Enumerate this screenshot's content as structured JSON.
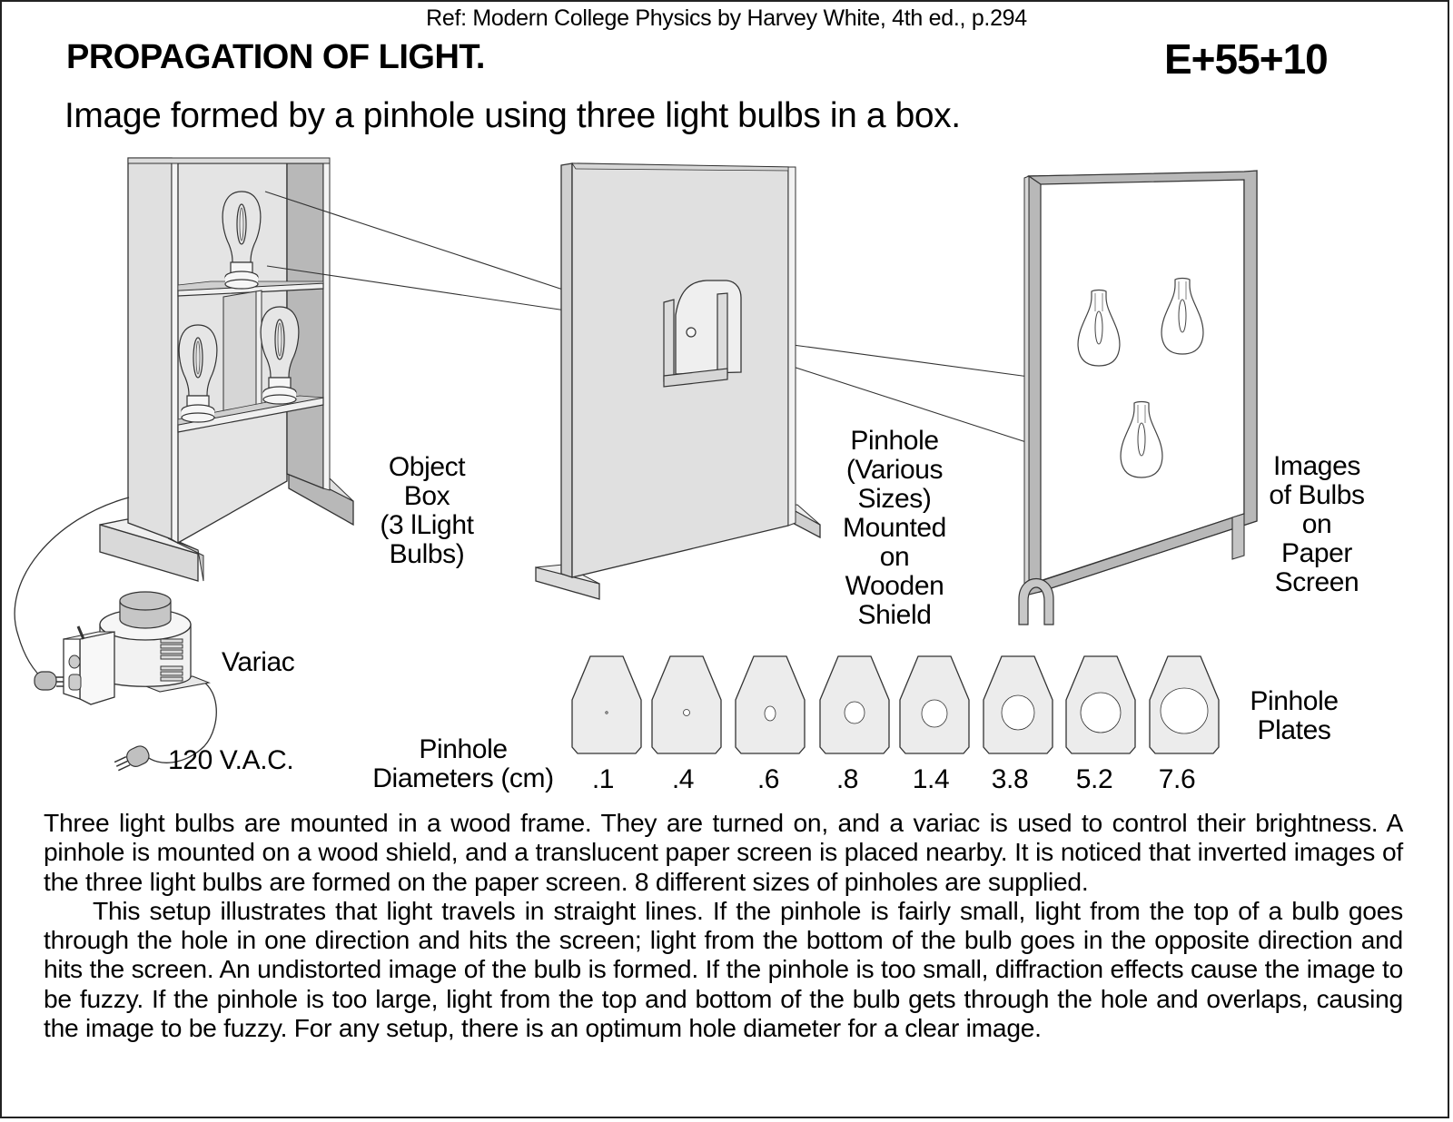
{
  "header": {
    "reference": "Ref: Modern College Physics by Harvey White, 4th ed., p.294",
    "title": "PROPAGATION OF LIGHT.",
    "code": "E+55+10",
    "subtitle": "Image formed by a pinhole using three light bulbs in a box."
  },
  "labels": {
    "object_box": [
      "Object",
      "Box",
      "(3 lLight",
      "Bulbs)"
    ],
    "pinhole_shield": [
      "Pinhole",
      "(Various",
      "Sizes)",
      "Mounted",
      "on",
      "Wooden",
      "Shield"
    ],
    "images_screen": [
      "Images",
      "of Bulbs",
      "on",
      "Paper",
      "Screen"
    ],
    "variac": "Variac",
    "voltage": "120 V.A.C.",
    "pinhole_diameters": [
      "Pinhole",
      "Diameters (cm)"
    ],
    "pinhole_plates": [
      "Pinhole",
      "Plates"
    ]
  },
  "pinhole_plates": {
    "diameters_cm": [
      ".1",
      ".4",
      ".6",
      ".8",
      "1.4",
      "3.8",
      "5.2",
      "7.6"
    ]
  },
  "colors": {
    "outline": "#222222",
    "panel_light": "#e0e0e0",
    "panel_mid": "#c8c8c8",
    "panel_dark": "#b0b0b0",
    "plate_fill": "#ececec"
  },
  "description": {
    "paragraph1": "Three light bulbs are mounted in a wood frame. They are turned on, and a variac is used to control their brightness. A pinhole is mounted on a wood shield, and a translucent paper screen is placed nearby. It is noticed that inverted images of the three light bulbs are formed on the paper screen. 8 different sizes of pinholes are supplied.",
    "paragraph2": "This setup illustrates that light travels in straight lines. If the pinhole is fairly small, light from the top of a bulb goes through the hole in one direction and hits the screen; light from the bottom of the bulb goes in the opposite direction and hits the screen. An undistorted image of the bulb is formed. If the pinhole is too small, diffraction effects cause the image to be fuzzy. If the pinhole is too large, light from the top and bottom of the bulb gets through the hole and overlaps, causing the image to be fuzzy. For any setup, there is an optimum hole diameter for a clear image."
  }
}
